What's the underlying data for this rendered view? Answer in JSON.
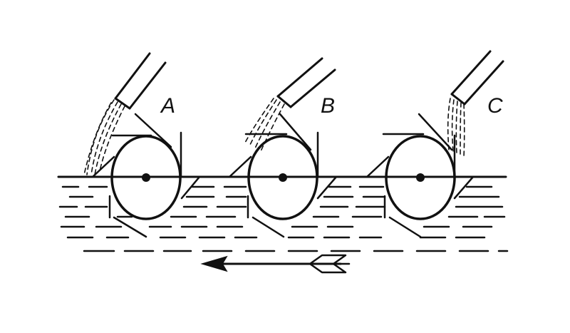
{
  "labels": {
    "a": "A",
    "b": "B",
    "c": "C"
  },
  "icons": {
    "motion_arrow": "arrow-left-icon",
    "nozzle": "spray-nozzle-icon",
    "roller": "roller-wheel-icon"
  },
  "colors": {
    "ink": "#111111",
    "paper": "#ffffff"
  }
}
